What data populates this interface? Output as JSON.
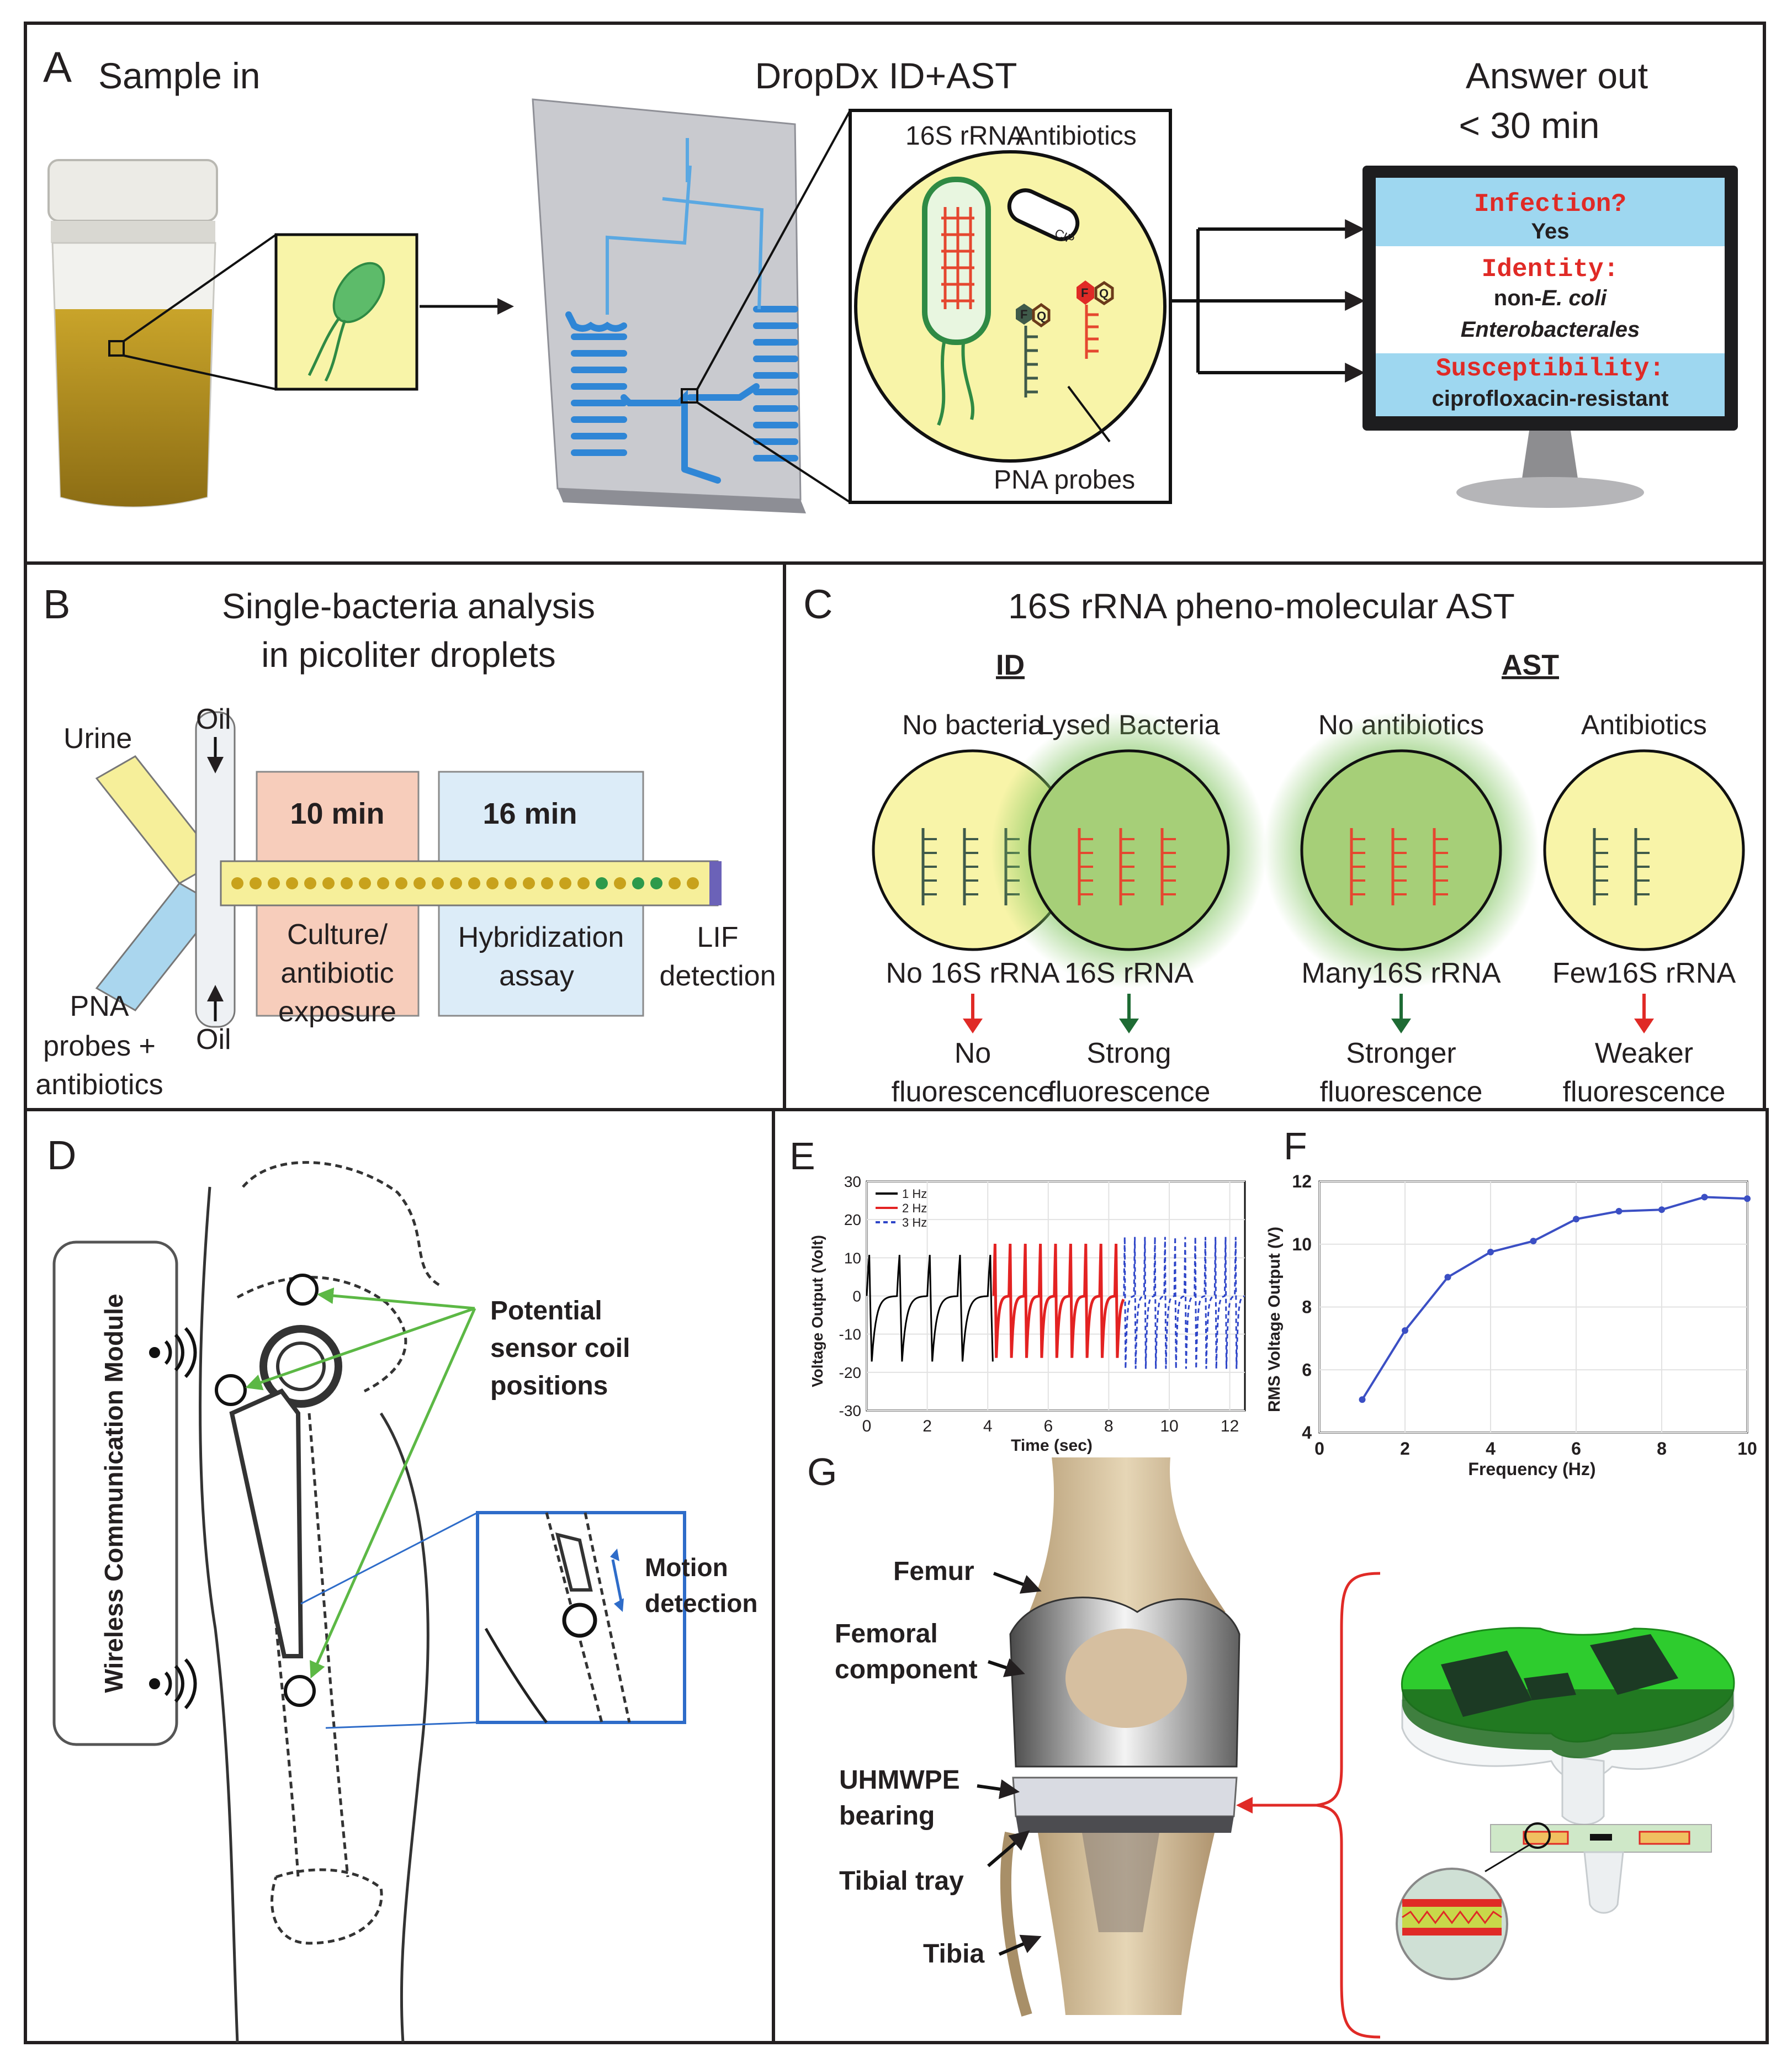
{
  "colors": {
    "frame": "#231f20",
    "red_text": "#e02a26",
    "green_text": "#1e6b34",
    "blue_text": "#2e6cc9",
    "light_green_text": "#4cae3b",
    "cell_yellow": "#f8f4a8",
    "droplet_green": "#a6cf78",
    "screen_blue": "#9ed7f0",
    "culture_box": "#f7cdbb",
    "hybrid_box": "#dcecf8",
    "channel_blue": "#2f86d6",
    "sensor_green": "#2ecc2e"
  },
  "panel_a": {
    "letter": "A",
    "sample_in": "Sample in",
    "chip_title": "DropDx ID+AST",
    "answer_out_1": "Answer out",
    "answer_out_2": "< 30 min",
    "rrna_label": "16S rRNA",
    "antibiotics_label": "Antibiotics",
    "cip_label": "CIP",
    "pna_probes": "PNA probes",
    "probe_f": "F",
    "probe_q": "Q",
    "screen": {
      "infection_q": "Infection?",
      "infection_a": "Yes",
      "identity_q": "Identity:",
      "identity_a1_pre": "non-",
      "identity_a1_italic": "E. coli",
      "identity_a2": "Enterobacterales",
      "susceptibility_q": "Susceptibility:",
      "susceptibility_a": "ciprofloxacin-resistant"
    }
  },
  "panel_b": {
    "letter": "B",
    "title_1": "Single-bacteria analysis",
    "title_2": "in picoliter droplets",
    "urine": "Urine",
    "oil_top": "Oil",
    "oil_bottom": "Oil",
    "pna_1": "PNA",
    "pna_2": "probes +",
    "pna_3": "antibiotics",
    "culture_time": "10 min",
    "hybrid_time": "16 min",
    "culture_1": "Culture/",
    "culture_2": "antibiotic",
    "culture_3": "exposure",
    "hybrid_1": "Hybridization",
    "hybrid_2": "assay",
    "lif_1": "LIF",
    "lif_2": "detection"
  },
  "panel_c": {
    "letter": "C",
    "title": "16S rRNA pheno-molecular AST",
    "id_header": "ID",
    "ast_header": "AST",
    "columns": [
      {
        "top": "No bacteria",
        "rrna": "No 16S rRNA",
        "res_1": "No",
        "res_2": "fluorescence"
      },
      {
        "top": "Lysed Bacteria",
        "rrna": "16S rRNA",
        "res_1": "Strong",
        "res_2": "fluorescence"
      },
      {
        "top": "No antibiotics",
        "rrna": "Many16S rRNA",
        "res_1": "Stronger",
        "res_2": "fluorescence"
      },
      {
        "top": "Antibiotics",
        "rrna": "Few16S rRNA",
        "res_1": "Weaker",
        "res_2": "fluorescence"
      }
    ]
  },
  "panel_d": {
    "letter": "D",
    "wireless": "Wireless Communication Module",
    "potential_1": "Potential",
    "potential_2": "sensor coil",
    "potential_3": "positions",
    "motion_1": "Motion",
    "motion_2": "detection"
  },
  "panel_e": {
    "letter": "E",
    "xlabel": "Time (sec)",
    "ylabel": "Voltage Output (Volt)",
    "xticks": [
      "0",
      "2",
      "4",
      "6",
      "8",
      "10",
      "12"
    ],
    "yticks": [
      "30",
      "20",
      "10",
      "0",
      "-10",
      "-20",
      "-30"
    ],
    "legend": [
      "1 Hz",
      "2 Hz",
      "3 Hz"
    ]
  },
  "panel_f": {
    "letter": "F",
    "xlabel": "Frequency (Hz)",
    "ylabel": "RMS Voltage Output (V)",
    "xticks": [
      "0",
      "2",
      "4",
      "6",
      "8",
      "10"
    ],
    "yticks": [
      "12",
      "10",
      "8",
      "6",
      "4"
    ]
  },
  "panel_g": {
    "letter": "G",
    "femur": "Femur",
    "femoral_1": "Femoral",
    "femoral_2": "component",
    "uhmwpe_1": "UHMWPE",
    "uhmwpe_2": "bearing",
    "tibial_tray": "Tibial tray",
    "tibia": "Tibia"
  },
  "chart_data": [
    {
      "type": "line",
      "panel": "E",
      "xlabel": "Time (sec)",
      "ylabel": "Voltage Output (Volt)",
      "xlim": [
        0,
        12.5
      ],
      "ylim": [
        -30,
        30
      ],
      "grid": true,
      "legend": "top-left",
      "series": [
        {
          "name": "1 Hz",
          "color": "#000000",
          "style": "solid",
          "x_range": [
            0,
            4.2
          ],
          "frequency_hz": 1,
          "peak_high": 12,
          "peak_low": -18
        },
        {
          "name": "2 Hz",
          "color": "#e32222",
          "style": "solid",
          "x_range": [
            4.2,
            8.5
          ],
          "frequency_hz": 2,
          "peak_high": 15,
          "peak_low": -17
        },
        {
          "name": "3 Hz",
          "color": "#2e45c8",
          "style": "dashed",
          "x_range": [
            8.5,
            12.5
          ],
          "frequency_hz": 3,
          "peak_high": 17,
          "peak_low": -20
        }
      ]
    },
    {
      "type": "line",
      "panel": "F",
      "xlabel": "Frequency (Hz)",
      "ylabel": "RMS Voltage Output (V)",
      "xlim": [
        0,
        10
      ],
      "ylim": [
        4,
        12
      ],
      "grid": true,
      "series": [
        {
          "name": "",
          "color": "#3b4fc4",
          "x": [
            1,
            2,
            3,
            4,
            5,
            6,
            7,
            8,
            9,
            10
          ],
          "y": [
            5.05,
            7.25,
            8.95,
            9.75,
            10.1,
            10.8,
            11.05,
            11.1,
            11.5,
            11.45
          ]
        }
      ]
    }
  ]
}
